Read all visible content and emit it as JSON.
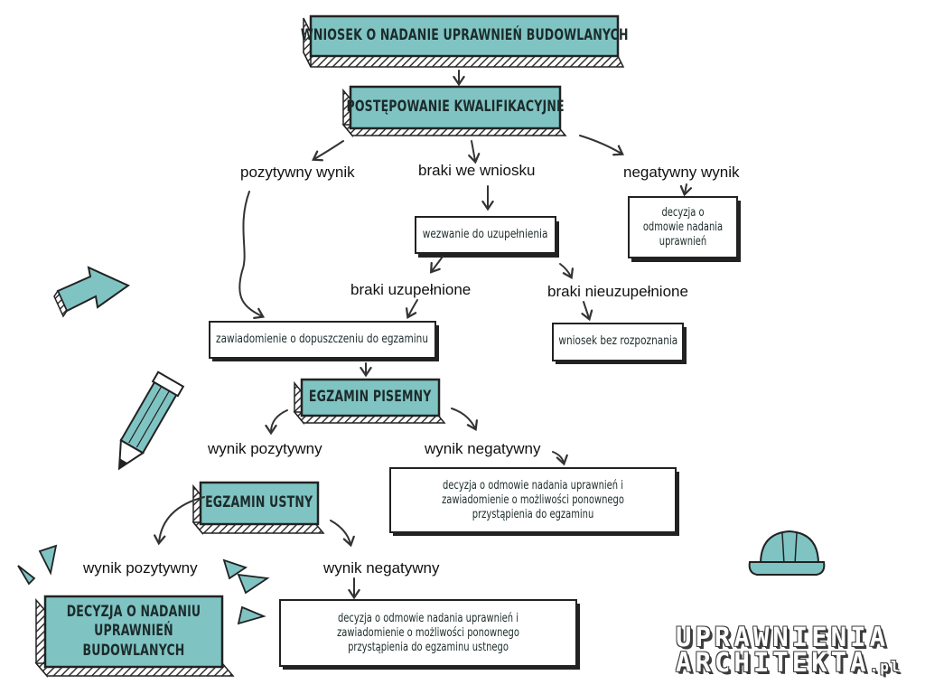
{
  "nodes": {
    "wniosek": "WNIOSEK O NADANIE UPRAWNIEŃ BUDOWLANYCH",
    "postepowanie": "POSTĘPOWANIE KWALIFIKACYJNE",
    "wezwanie": "wezwanie do uzupełnienia",
    "odmowa_nadania": "decyzja o odmowie nadania uprawnień",
    "zawiadomienie": "zawiadomienie o dopuszczeniu do egzaminu",
    "bez_rozpoznania": "wniosek bez rozpoznania",
    "egzamin_pisemny": "EGZAMIN PISEMNY",
    "odmowa_pisemny": "decyzja o odmowie nadania uprawnień i zawiadomienie o możliwości ponownego przystąpienia do egzaminu",
    "egzamin_ustny": "EGZAMIN USTNY",
    "decyzja_nadanie": "DECYZJA O NADANIU UPRAWNIEŃ BUDOWLANYCH",
    "odmowa_ustny": "decyzja o odmowie nadania uprawnień i zawiadomienie o możliwości ponownego przystąpienia do egzaminu ustnego"
  },
  "edges": {
    "pozytywny_wynik": "pozytywny wynik",
    "braki_we_wniosku": "braki we wniosku",
    "negatywny_wynik": "negatywny wynik",
    "braki_uzupelnione": "braki uzupełnione",
    "braki_nieuzupelnione": "braki nieuzupełnione",
    "wynik_pozytywny_1": "wynik pozytywny",
    "wynik_negatywny_1": "wynik negatywny",
    "wynik_pozytywny_2": "wynik pozytywny",
    "wynik_negatywny_2": "wynik negatywny"
  },
  "logo": {
    "line1": "UPRAWNIENIA",
    "line2": "ARCHITEKTA",
    "suffix": ".pl"
  },
  "icons": [
    "arrow-icon",
    "pencil-icon",
    "hard-hat-icon",
    "sparkle-icon"
  ],
  "colors": {
    "teal": "#7fc4c3",
    "outline": "#2a2a2a",
    "stripe": "#444444"
  }
}
